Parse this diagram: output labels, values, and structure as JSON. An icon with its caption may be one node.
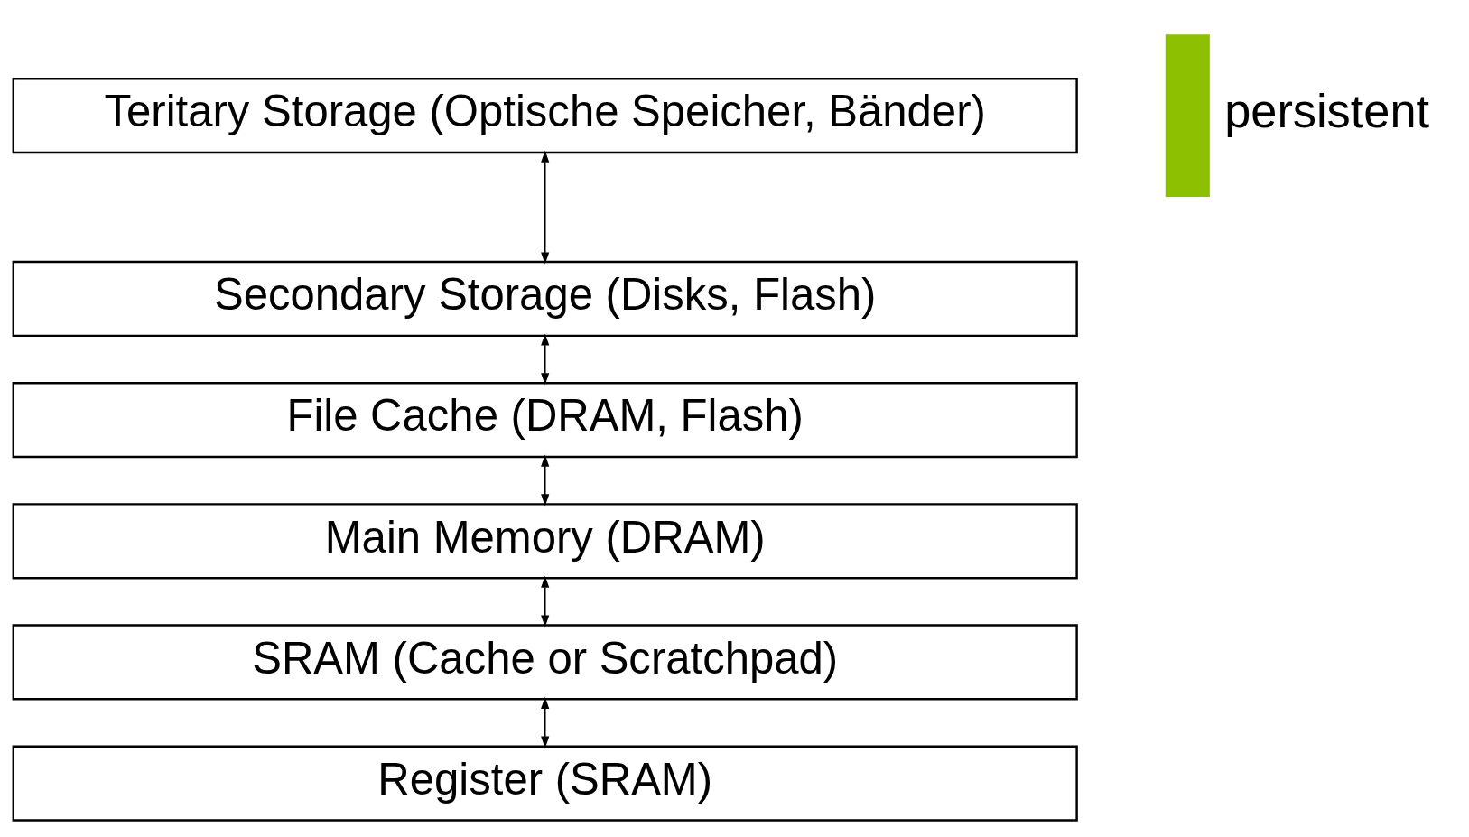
{
  "diagram": {
    "nodes": [
      {
        "text": [
          "Teritary Storage (Optische Speicher, Bänder)"
        ]
      },
      {
        "text": [
          "Secondary Storage (Disks, Flash)"
        ]
      },
      {
        "text": [
          "File Cache (DRAM, Flash)"
        ]
      },
      {
        "text": [
          "Main Memory (DRAM)"
        ]
      },
      {
        "text": [
          "SRAM (Cache or Scratchpad)"
        ]
      },
      {
        "text": [
          "Register (SRAM)"
        ]
      }
    ],
    "edges": [
      {
        "from": 0,
        "to": 1,
        "arrow": "both"
      },
      {
        "from": 1,
        "to": 2,
        "arrow": "both"
      },
      {
        "from": 2,
        "to": 3,
        "arrow": "both"
      },
      {
        "from": 3,
        "to": 4,
        "arrow": "both"
      },
      {
        "from": 4,
        "to": 5,
        "arrow": "both"
      }
    ],
    "labels": [
      "persistent"
    ]
  }
}
